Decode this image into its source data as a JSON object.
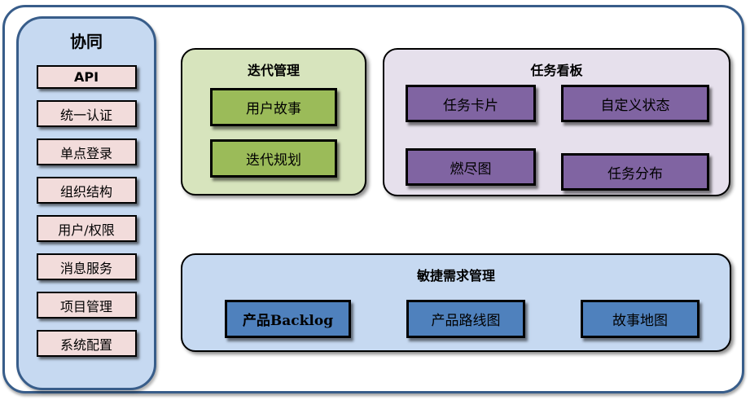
{
  "colors": {
    "frame_border": "#385d8a",
    "sidebar_fill": "#c6d9f1",
    "sidebar_item_fill": "#f2dcdb",
    "iteration_panel_fill": "#d7e4bd",
    "iteration_card_fill": "#9bbb59",
    "kanban_panel_fill": "#e6e0ec",
    "kanban_card_fill": "#8064a2",
    "agile_panel_fill": "#c6d9f1",
    "agile_card_fill": "#4f81bd",
    "card_border": "#000000",
    "text": "#000000"
  },
  "sidebar": {
    "title": "协同",
    "items": [
      "API",
      "统一认证",
      "单点登录",
      "组织结构",
      "用户/权限",
      "消息服务",
      "项目管理",
      "系统配置"
    ]
  },
  "iteration_panel": {
    "title": "迭代管理",
    "items": [
      "用户故事",
      "迭代规划"
    ]
  },
  "kanban_panel": {
    "title": "任务看板",
    "items": [
      "任务卡片",
      "自定义状态",
      "燃尽图",
      "任务分布"
    ]
  },
  "agile_panel": {
    "title": "敏捷需求管理",
    "items": [
      "产品Backlog",
      "产品路线图",
      "故事地图"
    ]
  }
}
